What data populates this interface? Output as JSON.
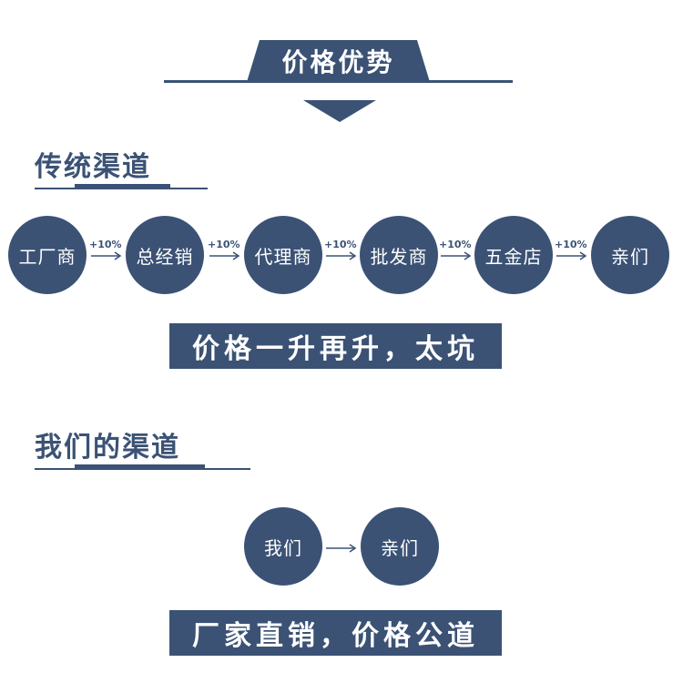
{
  "header": {
    "title": "价格优势"
  },
  "traditional": {
    "title": "传统渠道",
    "nodes": [
      "工厂商",
      "总经销",
      "代理商",
      "批发商",
      "五金店",
      "亲们"
    ],
    "markup": "+10%",
    "banner": "价格一升再升，太坑"
  },
  "ours": {
    "title": "我们的渠道",
    "nodes": [
      "我们",
      "亲们"
    ],
    "banner": "厂家直销，价格公道"
  },
  "colors": {
    "primary": "#3b5275",
    "text_on_primary": "#ffffff",
    "background": "#ffffff"
  }
}
